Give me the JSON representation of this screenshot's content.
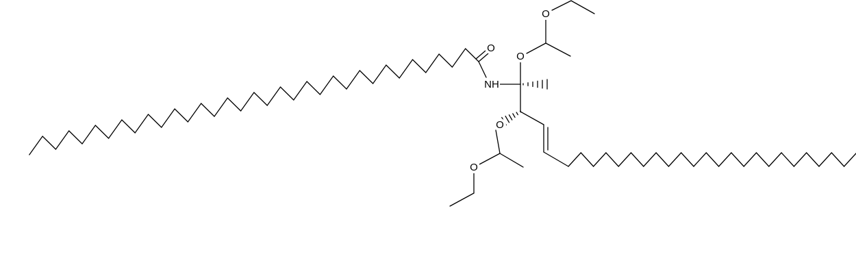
{
  "atom_labels": {
    "carbonyl_oxygen": "O",
    "amide_nitrogen": "NH",
    "ether_oxygen_upper_1": "O",
    "ether_oxygen_upper_2": "O",
    "ether_oxygen_lower_1": "O",
    "ether_oxygen_lower_2": "O"
  },
  "colors": {
    "bond": "#000000",
    "label": "#000000",
    "background": "#ffffff"
  }
}
